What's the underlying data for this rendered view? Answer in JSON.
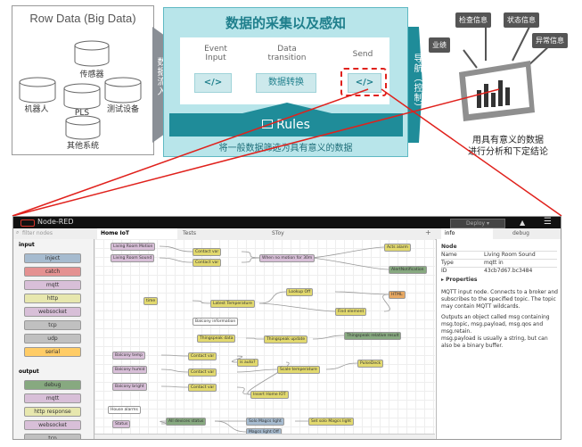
{
  "row_data": {
    "title": "Row Data (Big Data)",
    "sources": [
      "传感器",
      "机器人",
      "PLS",
      "测试设备",
      "其他系统"
    ],
    "inflow_label": "数据流入"
  },
  "collection": {
    "title": "数据的采集以及感知",
    "columns": [
      {
        "label": "Event\nInput",
        "button": "</>"
      },
      {
        "label": "Data\ntransition",
        "button": "数据转换"
      },
      {
        "label": "Send",
        "button": "</>"
      }
    ],
    "rules_label": "Rules",
    "rules_icon": "terminal-icon",
    "rules_caption": "将一般数据筛选为具有意义的数据",
    "nav_label": "导航（控制）"
  },
  "output": {
    "bubbles": [
      "检查信息",
      "状态信息",
      "业绩",
      "异常信息"
    ],
    "caption_line1": "用具有意义的数据",
    "caption_line2": "进行分析和下定结论"
  },
  "colors": {
    "teal": "#1f8c99",
    "light_teal": "#b8e5ea",
    "highlight_red": "#e0211c"
  },
  "nodered": {
    "brand": "Node-RED",
    "deploy_label": "Deploy",
    "tabs": [
      "Home IoT",
      "Tests",
      "SToy"
    ],
    "filter_placeholder": "filter nodes",
    "palette_input_header": "input",
    "palette_input": [
      "inject",
      "catch",
      "mqtt",
      "http",
      "websocket",
      "tcp",
      "udp",
      "serial"
    ],
    "palette_output_header": "output",
    "palette_output": [
      "debug",
      "mqtt",
      "http response",
      "websocket",
      "tcp"
    ],
    "canvas_nodes": [
      "Living Room Motion",
      "Living Room Sound",
      "Contact var",
      "Contact var",
      "When no motion for 30m",
      "Acts alarm",
      "AlertNotification",
      "time",
      "Latest Temperature",
      "Lookup Off",
      "HTML",
      "Find element",
      "Balcony information",
      "Thingspeak data",
      "Thingspeak update",
      "Thingspeak relative result",
      "Balcony temp",
      "Contact var",
      "is auto?",
      "Balcony humid",
      "Contact var",
      "Scale temperature",
      "PulseDeck",
      "Balcony bright",
      "Contact var",
      "Insert Home IOT",
      "House alarms",
      "Status",
      "All devices status",
      "Solo Magcs light",
      "Set solo Magcs light",
      "Magcs light Off"
    ],
    "info_tabs": [
      "info",
      "debug"
    ],
    "info": {
      "node_label": "Node",
      "rows": [
        [
          "Name",
          "Living Room Sound"
        ],
        [
          "Type",
          "mqtt in"
        ],
        [
          "ID",
          "43cb7d67.bc3484"
        ]
      ],
      "properties_label": "Properties",
      "para1": "MQTT input node. Connects to a broker and subscribes to the specified topic. The topic may contain MQTT wildcards.",
      "para2": "Outputs an object called msg containing msg.topic, msg.payload, msg.qos and msg.retain.",
      "para3": "msg.payload is usually a string, but can also be a binary buffer."
    }
  }
}
